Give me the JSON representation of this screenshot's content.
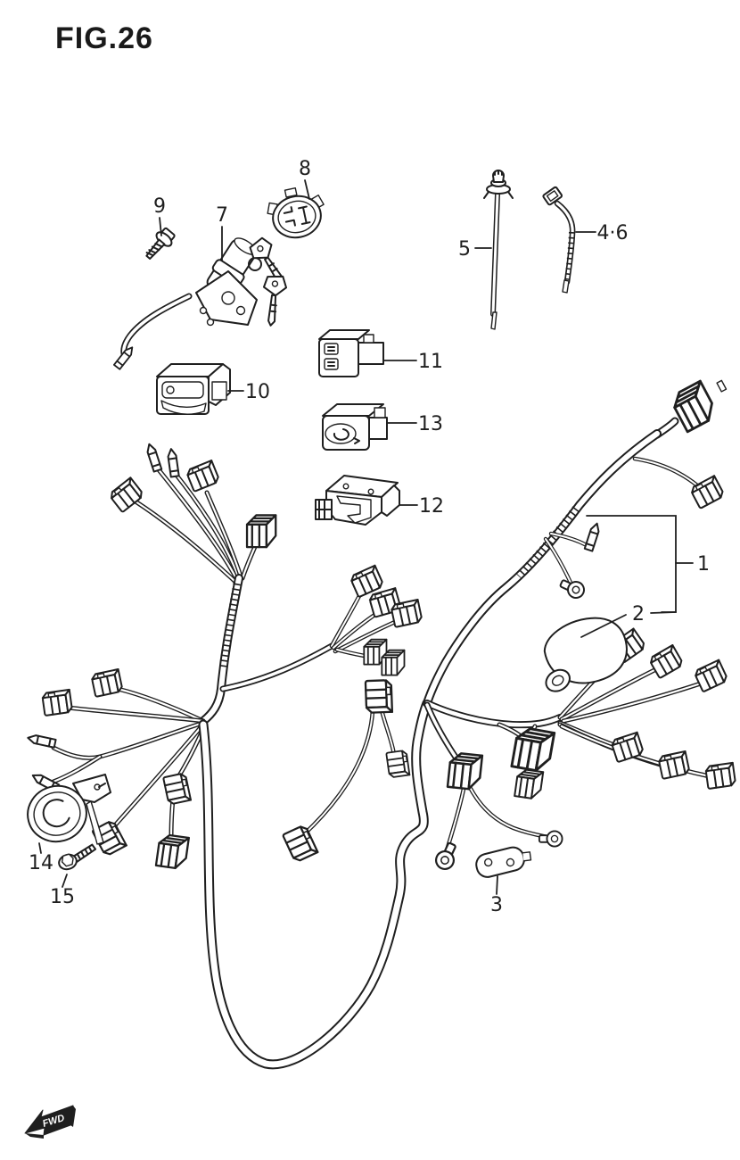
{
  "figure": {
    "title": "FIG.26"
  },
  "colors": {
    "line": "#1f1f1f",
    "background": "#ffffff"
  },
  "direction_marker": {
    "label": "FWD"
  },
  "callouts": {
    "n1": {
      "label": "1"
    },
    "n2": {
      "label": "2"
    },
    "n3": {
      "label": "3"
    },
    "n4_6": {
      "label": "4·6"
    },
    "n5": {
      "label": "5"
    },
    "n7": {
      "label": "7"
    },
    "n8": {
      "label": "8"
    },
    "n9": {
      "label": "9"
    },
    "n10": {
      "label": "10"
    },
    "n11": {
      "label": "11"
    },
    "n12": {
      "label": "12"
    },
    "n13": {
      "label": "13"
    },
    "n14": {
      "label": "14"
    },
    "n15": {
      "label": "15"
    }
  }
}
